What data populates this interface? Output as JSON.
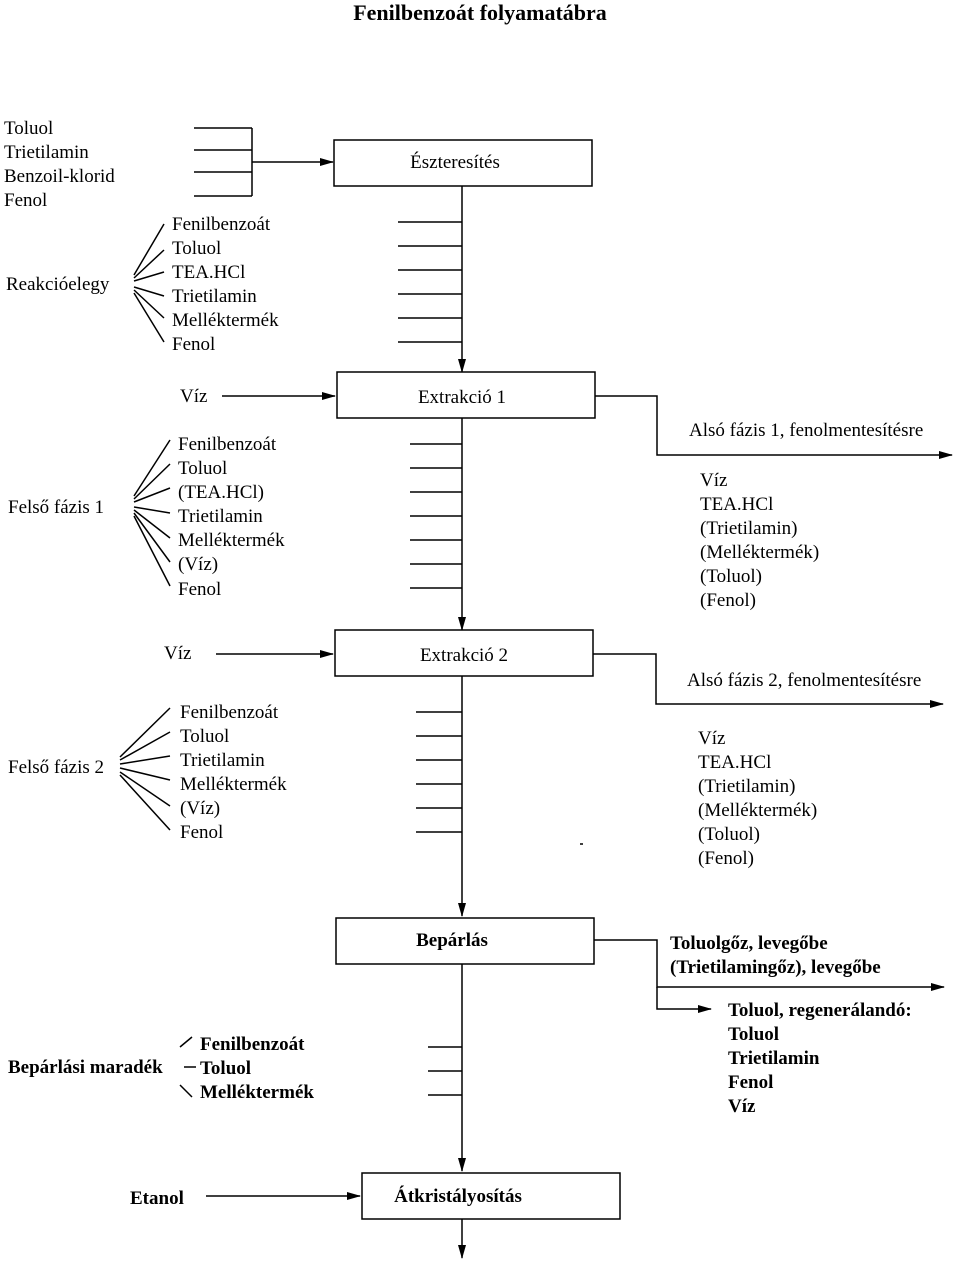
{
  "title": "Fenilbenzoát folyamatábra",
  "processes": {
    "esterification": "Észteresítés",
    "extraction1": "Extrakció 1",
    "extraction2": "Extrakció 2",
    "evaporation": "Bepárlás",
    "crystallization": "Átkristályosítás"
  },
  "feed": [
    "Toluol",
    "Trietilamin",
    "Benzoil-klorid",
    "Fenol"
  ],
  "reaction_mixture": {
    "label": "Reakcióelegy",
    "items": [
      "Fenilbenzoát",
      "Toluol",
      "TEA.HCl",
      "Trietilamin",
      "Melléktermék",
      "Fenol"
    ]
  },
  "water1": "Víz",
  "upper_phase1": {
    "label": "Felső fázis 1",
    "items": [
      "Fenilbenzoát",
      "Toluol",
      "(TEA.HCl)",
      "Trietilamin",
      "Melléktermék",
      "(Víz)",
      "Fenol"
    ]
  },
  "lower_phase1": {
    "label": "Alsó fázis 1, fenolmentesítésre",
    "items": [
      "Víz",
      "TEA.HCl",
      "(Trietilamin)",
      "(Melléktermék)",
      "(Toluol)",
      "(Fenol)"
    ]
  },
  "water2": "Víz",
  "upper_phase2": {
    "label": "Felső fázis 2",
    "items": [
      "Fenilbenzoát",
      "Toluol",
      "Trietilamin",
      "Melléktermék",
      "(Víz)",
      "Fenol"
    ]
  },
  "lower_phase2": {
    "label": "Alsó fázis 2, fenolmentesítésre",
    "items": [
      "Víz",
      "TEA.HCl",
      "(Trietilamin)",
      "(Melléktermék)",
      "(Toluol)",
      "(Fenol)"
    ]
  },
  "vapors": [
    "Toluolgőz, levegőbe",
    "(Trietilamingőz), levegőbe"
  ],
  "recovered": {
    "label": "Toluol, regenerálandó:",
    "items": [
      "Toluol",
      "Trietilamin",
      "Fenol",
      "Víz"
    ]
  },
  "residue": {
    "label": "Bepárlási maradék",
    "items": [
      "Fenilbenzoát",
      "Toluol",
      "Melléktermék"
    ]
  },
  "ethanol": "Etanol"
}
